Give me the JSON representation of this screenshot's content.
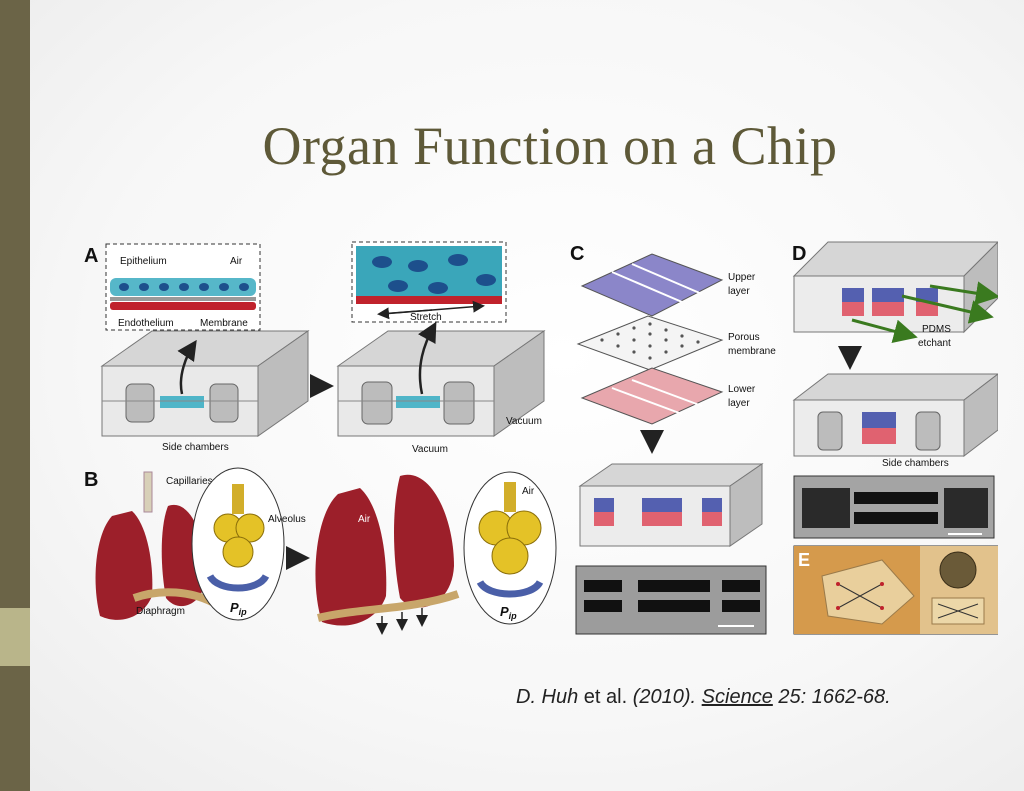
{
  "slide": {
    "title": "Organ Function on a Chip"
  },
  "figure": {
    "panel_labels": {
      "a": "A",
      "b": "B",
      "c": "C",
      "d": "D",
      "e": "E"
    },
    "panel_a": {
      "epithelium": "Epithelium",
      "air": "Air",
      "endothelium": "Endothelium",
      "membrane": "Membrane",
      "stretch": "Stretch",
      "side_chambers": "Side chambers",
      "vacuum_left": "Vacuum",
      "vacuum_right": "Vacuum"
    },
    "panel_b": {
      "capillaries": "Capillaries",
      "alveolus": "Alveolus",
      "diaphragm": "Diaphragm",
      "air_left": "Air",
      "air_right": "Air",
      "pip_left": "P",
      "pip_left_sub": "ip",
      "pip_right": "P",
      "pip_right_sub": "ip"
    },
    "panel_c": {
      "upper_layer_1": "Upper",
      "upper_layer_2": "layer",
      "porous_1": "Porous",
      "porous_2": "membrane",
      "lower_layer_1": "Lower",
      "lower_layer_2": "layer"
    },
    "panel_d": {
      "pdms": "PDMS",
      "etchant": "etchant",
      "side_chambers": "Side chambers"
    }
  },
  "citation": {
    "author": "D. Huh",
    "etal": " et al. ",
    "year": "(2010). ",
    "journal": "Science",
    "ref": " 25: 1662-68."
  },
  "colors": {
    "sidebar": "#6b6447",
    "sidebar_accent": "#b9b58a",
    "title": "#5e5938"
  }
}
